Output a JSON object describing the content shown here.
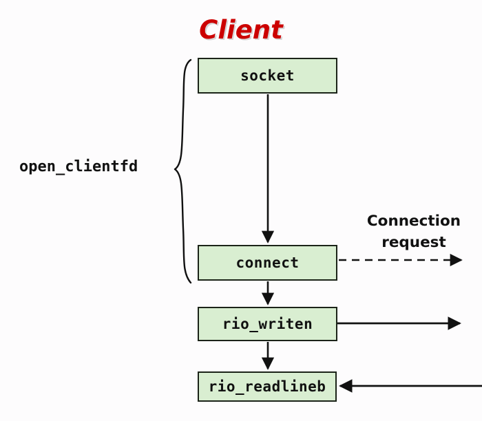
{
  "diagram": {
    "title": "Client",
    "title_color": "#cc0000",
    "background_color": "#fdfcfd",
    "box_fill_color": "#d9eed1",
    "box_border_color": "#1b2318",
    "brace_label": "open_clientfd",
    "boxes": [
      {
        "id": "socket",
        "label": "socket"
      },
      {
        "id": "connect",
        "label": "connect"
      },
      {
        "id": "rio_writen",
        "label": "rio_writen"
      },
      {
        "id": "rio_readlineb",
        "label": "rio_readlineb"
      }
    ],
    "annotations": [
      {
        "id": "connection-request",
        "line1": "Connection",
        "line2": "request"
      }
    ]
  }
}
